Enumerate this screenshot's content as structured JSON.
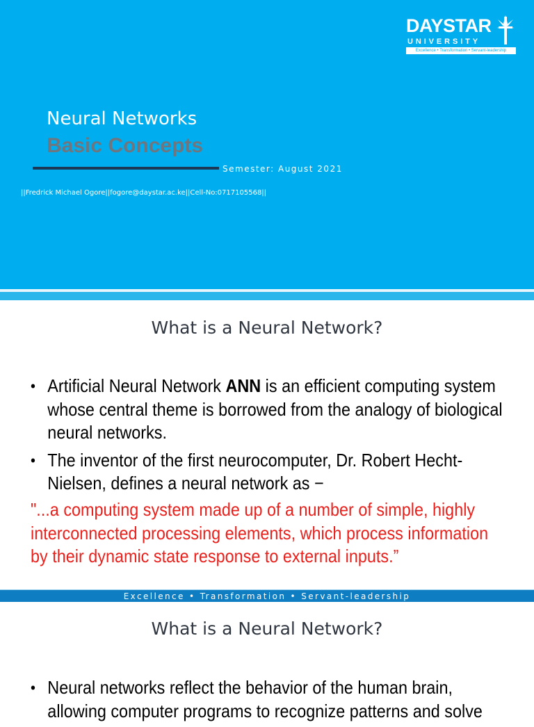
{
  "slide1": {
    "logo": {
      "name": "DAYSTAR",
      "sub": "UNIVERSITY",
      "tagline": "Excellence • Transformation • Servant-leadership",
      "icon": "star-cross-icon"
    },
    "title": "Neural Networks",
    "subtitle": "Basic Concepts",
    "semester": "Semester: August 2021",
    "author": "||Fredrick Michael Ogore||fogore@daystar.ac.ke||Cell-No:0717105568||",
    "colors": {
      "background": "#00aeef",
      "subtitle": "#6e7780",
      "rule": "#1d3854"
    }
  },
  "slide2": {
    "heading": "What is a Neural Network?",
    "bullets": [
      {
        "before": "Artificial Neural Network ",
        "bold": "ANN",
        "after": " is an efficient computing system whose central theme is borrowed from the analogy of biological neural networks."
      },
      {
        "text": "The inventor of the first neurocomputer, Dr. Robert Hecht-Nielsen, defines a neural network as −"
      }
    ],
    "quote": "\"...a computing system made up of a number of simple, highly interconnected processing elements, which process information by their dynamic state response to external inputs.”",
    "colors": {
      "quote": "#e8211d"
    }
  },
  "footer": {
    "text": "Excellence • Transformation • Servant-leadership",
    "color": "#0e7dc2"
  },
  "slide3": {
    "heading": "What is a Neural Network?",
    "bullets": [
      {
        "text": "Neural networks reflect the behavior of the human brain, allowing computer programs to recognize patterns and solve"
      }
    ]
  },
  "bullet_symbol": "•"
}
